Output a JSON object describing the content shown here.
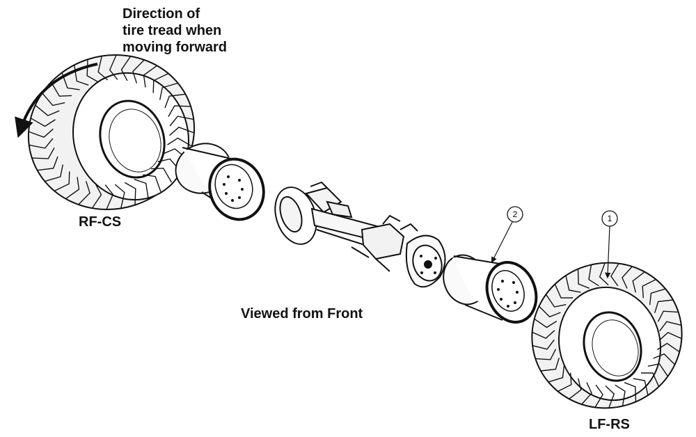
{
  "labels": {
    "direction_line1": "Direction of",
    "direction_line2": "tire tread when",
    "direction_line3": "moving forward",
    "rf_cs": "RF-CS",
    "lf_rs": "LF-RS",
    "view_note": "Viewed from Front"
  },
  "callouts": [
    {
      "number": "1"
    },
    {
      "number": "2"
    }
  ],
  "colors": {
    "ink": "#111111",
    "background": "#ffffff"
  }
}
